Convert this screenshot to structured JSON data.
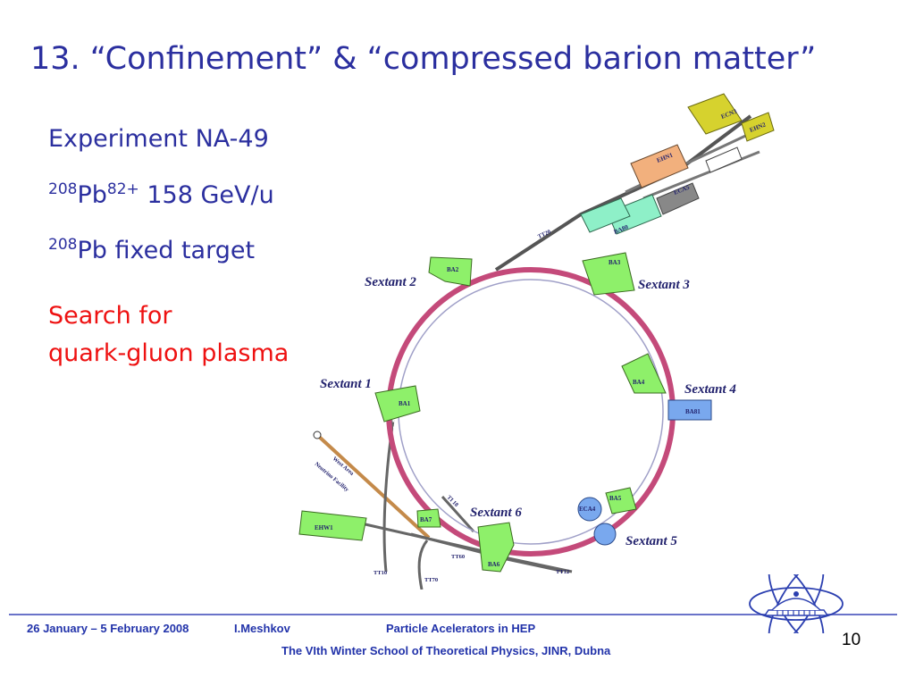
{
  "slide": {
    "title": "13. “Confinement” & “compressed barion matter”",
    "bullets": {
      "experiment": "Experiment NA-49",
      "beam_mass": "208",
      "beam_element": "Pb",
      "beam_charge": "82+",
      "beam_energy": "158 GeV/u",
      "target_mass": "208",
      "target_element": "Pb",
      "target_desc": "fixed target",
      "search_line1": "Search for",
      "search_line2": "quark-gluon plasma"
    }
  },
  "diagram": {
    "sextants": [
      "Sextant 1",
      "Sextant 2",
      "Sextant 3",
      "Sextant 4",
      "Sextant 5",
      "Sextant 6"
    ],
    "buildings": [
      "BA1",
      "BA2",
      "BA3",
      "BA4",
      "BA5",
      "BA6",
      "BA7",
      "BA80",
      "BA81",
      "ECA4",
      "ECA5",
      "EHN1",
      "EHW1",
      "ECN3",
      "EHN2"
    ],
    "tunnels": [
      "TT20",
      "TT10",
      "TT70",
      "TT60",
      "TT12",
      "TI 18",
      "West Area",
      "Neutrino Facility"
    ],
    "colors": {
      "ring": "#c44a7a",
      "building_green": "#8ef06a",
      "building_blue": "#79a8ee",
      "building_orange": "#f2b07d",
      "building_yellow": "#d6d22e",
      "label_navy": "#23236e"
    }
  },
  "footer": {
    "dates": "26 January – 5 February 2008",
    "author": "I.Meshkov",
    "topic": "Particle Acelerators in HEP",
    "school": "The VIth Winter School of Theoretical Physics, JINR, Dubna",
    "page_number": "10"
  }
}
